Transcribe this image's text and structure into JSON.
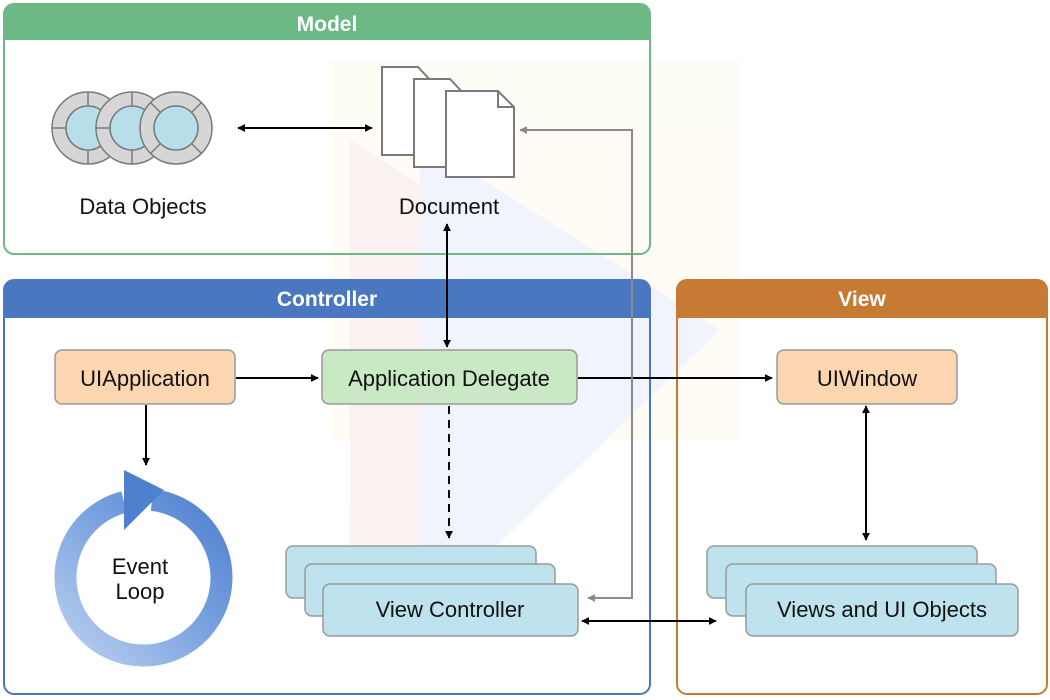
{
  "panels": {
    "model": {
      "title": "Model"
    },
    "controller": {
      "title": "Controller"
    },
    "view": {
      "title": "View"
    }
  },
  "model": {
    "data_objects_label": "Data Objects",
    "document_label": "Document"
  },
  "controller": {
    "uiapplication_label": "UIApplication",
    "app_delegate_label": "Application Delegate",
    "event_loop_line1": "Event",
    "event_loop_line2": "Loop",
    "view_controller_label": "View Controller"
  },
  "view": {
    "uiwindow_label": "UIWindow",
    "views_label": "Views and UI Objects"
  },
  "colors": {
    "model_header": "#6cb985",
    "controller_header": "#4a78c0",
    "view_header": "#c67a33",
    "orange_box": "#fcd6b0",
    "green_box": "#c9e8c4",
    "blue_box": "#bfe3ee"
  }
}
